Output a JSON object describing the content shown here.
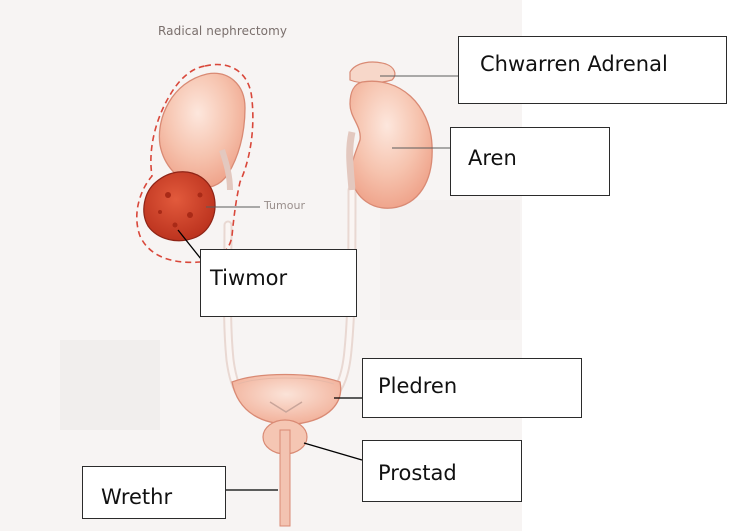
{
  "diagram": {
    "title": "Radical nephrectomy",
    "inner_label": "Tumour",
    "labels": {
      "adrenal": "Chwarren Adrenal",
      "kidney": "Aren",
      "tumour": "Tiwmor",
      "bladder": "Pledren",
      "prostate": "Prostad",
      "urethra": "Wrethr"
    }
  },
  "colors": {
    "kidney": "#f4b9a3",
    "tumour": "#d6452a",
    "outline": "#d97a6a",
    "dashed_boundary": "#d9473a",
    "ureter": "#f1e6e2",
    "background": "#f7f4f3"
  }
}
